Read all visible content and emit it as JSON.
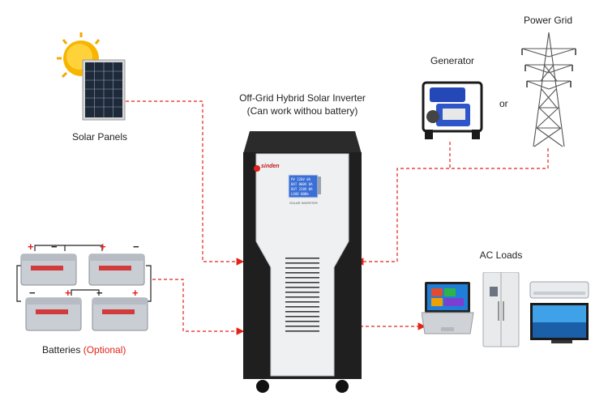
{
  "inverter": {
    "title_line1": "Off-Grid Hybrid Solar Inverter",
    "title_line2": "(Can work withou battery)",
    "brand": "sinden",
    "panel_caption": "SOLAR INVERTER",
    "lcd_lines": [
      "PV  220V 0A",
      "BAT 000V 0A",
      "OUT 220V 0A",
      "LOAD 000%"
    ]
  },
  "solar": {
    "label": "Solar Panels"
  },
  "batteries": {
    "label": "Batteries",
    "optional": "(Optional)",
    "plus": "+",
    "minus": "−"
  },
  "generator": {
    "label": "Generator"
  },
  "or_text": "or",
  "grid": {
    "label": "Power Grid"
  },
  "loads": {
    "label": "AC Loads"
  },
  "colors": {
    "link": "#e2231a",
    "lcd": "#3b6fd6",
    "inverter_dark": "#1c1c1c"
  }
}
